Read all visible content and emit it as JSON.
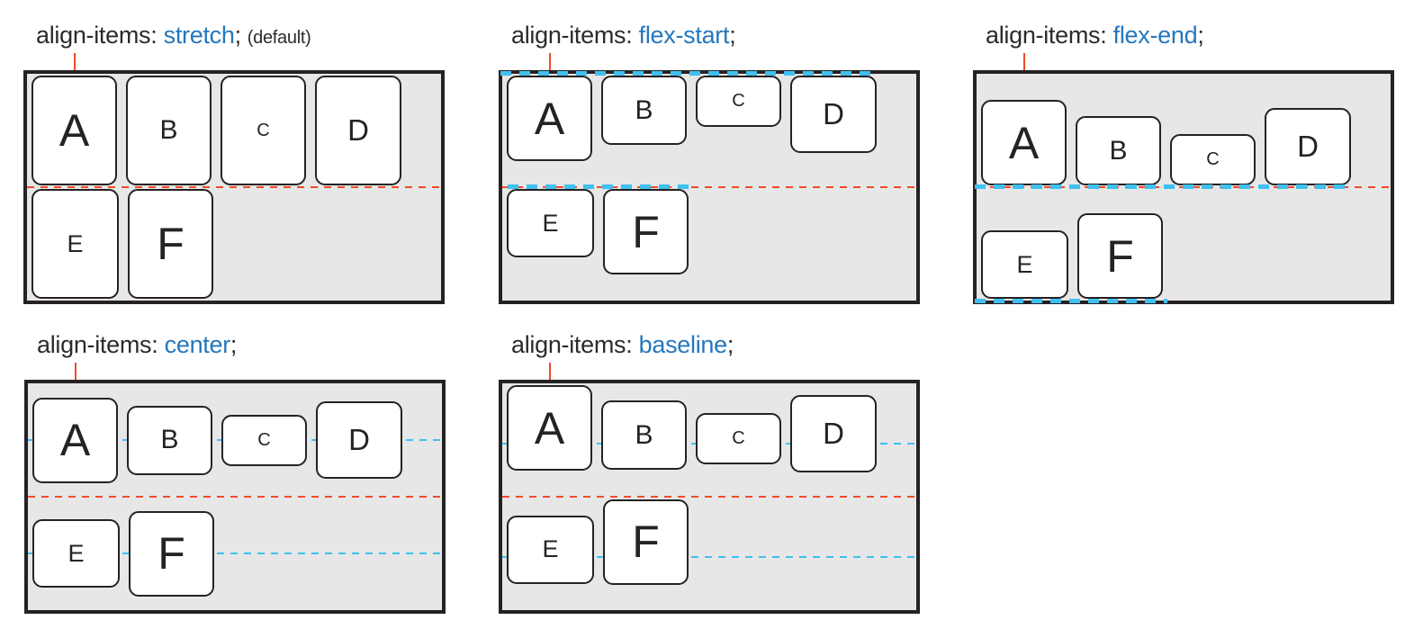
{
  "colors": {
    "title_text": "#2d2a2b",
    "keyword_blue": "#2577bd",
    "guide_red": "#f04b29",
    "guide_blue": "#3fc0ef",
    "container_bg": "#e7e7e8",
    "border_dark": "#262223",
    "box_bg": "#ffffff"
  },
  "panels": [
    {
      "align": "stretch",
      "title": {
        "property": "align-items: ",
        "value": "stretch",
        "terminator": ";",
        "note": "(default)"
      },
      "items": [
        "A",
        "B",
        "C",
        "D",
        "E",
        "F"
      ]
    },
    {
      "align": "flex-start",
      "title": {
        "property": "align-items: ",
        "value": "flex-start",
        "terminator": ";"
      },
      "items": [
        "A",
        "B",
        "C",
        "D",
        "E",
        "F"
      ]
    },
    {
      "align": "flex-end",
      "title": {
        "property": "align-items: ",
        "value": "flex-end",
        "terminator": ";"
      },
      "items": [
        "A",
        "B",
        "C",
        "D",
        "E",
        "F"
      ]
    },
    {
      "align": "center",
      "title": {
        "property": "align-items: ",
        "value": "center",
        "terminator": ";"
      },
      "items": [
        "A",
        "B",
        "C",
        "D",
        "E",
        "F"
      ]
    },
    {
      "align": "baseline",
      "title": {
        "property": "align-items: ",
        "value": "baseline",
        "terminator": ";"
      },
      "items": [
        "A",
        "B",
        "C",
        "D",
        "E",
        "F"
      ]
    }
  ]
}
